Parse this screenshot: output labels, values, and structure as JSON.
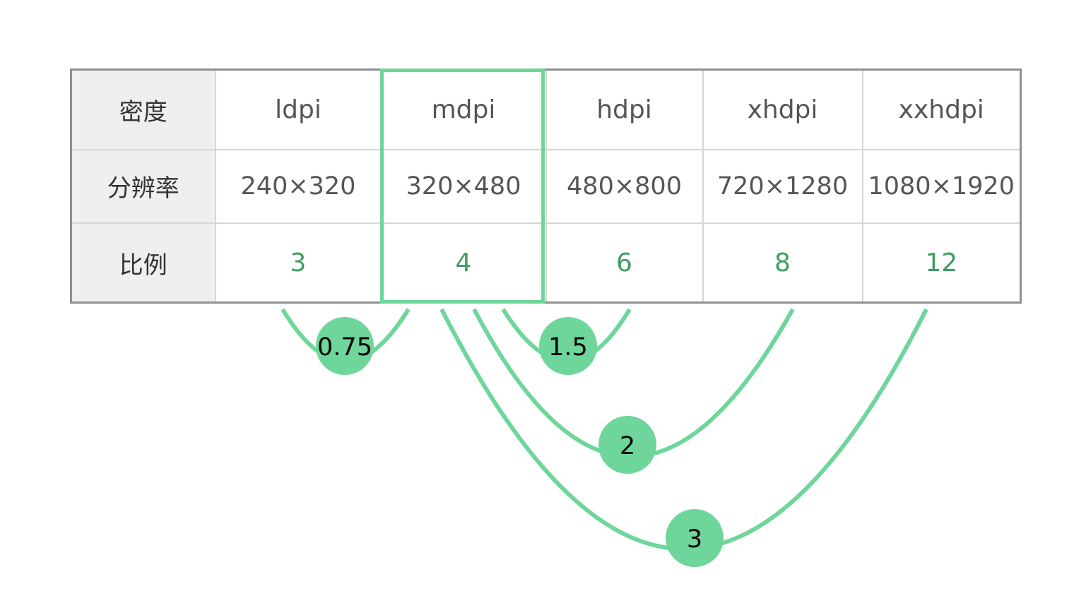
{
  "table": {
    "headers": [
      "密度",
      "ldpi",
      "mdpi",
      "hdpi",
      "xhdpi",
      "xxhdpi"
    ],
    "resolution_row": [
      "分辨率",
      "240×320",
      "320×480",
      "480×800",
      "720×1280",
      "1080×1920"
    ],
    "ratio_row": [
      "比例",
      "3",
      "4",
      "6",
      "8",
      "12"
    ],
    "highlighted_column": "mdpi"
  },
  "ratio_arcs": [
    {
      "label": "0.75",
      "from": "ldpi",
      "to": "mdpi"
    },
    {
      "label": "1.5",
      "from": "mdpi",
      "to": "hdpi"
    },
    {
      "label": "2",
      "from": "mdpi",
      "to": "xhdpi"
    },
    {
      "label": "3",
      "from": "mdpi",
      "to": "xxhdpi"
    }
  ],
  "colors": {
    "accent_green": "#6fd69b",
    "ratio_text": "#3e9e62",
    "header_bg": "#efefef",
    "outer_border": "#8f8f8f",
    "inner_border": "#d6d6d6"
  }
}
